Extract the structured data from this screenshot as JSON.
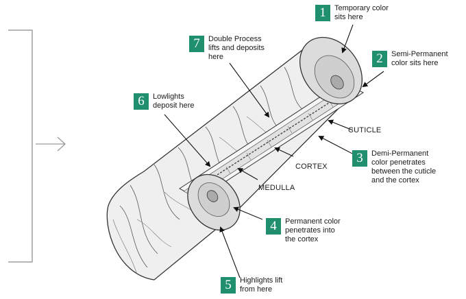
{
  "callouts": [
    {
      "num": "1",
      "text": "Temporary color\nsits here"
    },
    {
      "num": "2",
      "text": "Semi-Permanent\ncolor sits here"
    },
    {
      "num": "3",
      "text": "Demi-Permanent\ncolor penetrates\nbetween the cuticle\nand the cortex"
    },
    {
      "num": "4",
      "text": "Permanent color\npenetrates into\nthe cortex"
    },
    {
      "num": "5",
      "text": "Highlights lift\nfrom here"
    },
    {
      "num": "6",
      "text": "Lowlights\ndeposit here"
    },
    {
      "num": "7",
      "text": "Double Process\nlifts and deposits\nhere"
    }
  ],
  "labels": {
    "cuticle": "CUTICLE",
    "cortex": "CORTEX",
    "medulla": "MEDULLA"
  },
  "colors": {
    "badge": "#1f8f6d"
  }
}
